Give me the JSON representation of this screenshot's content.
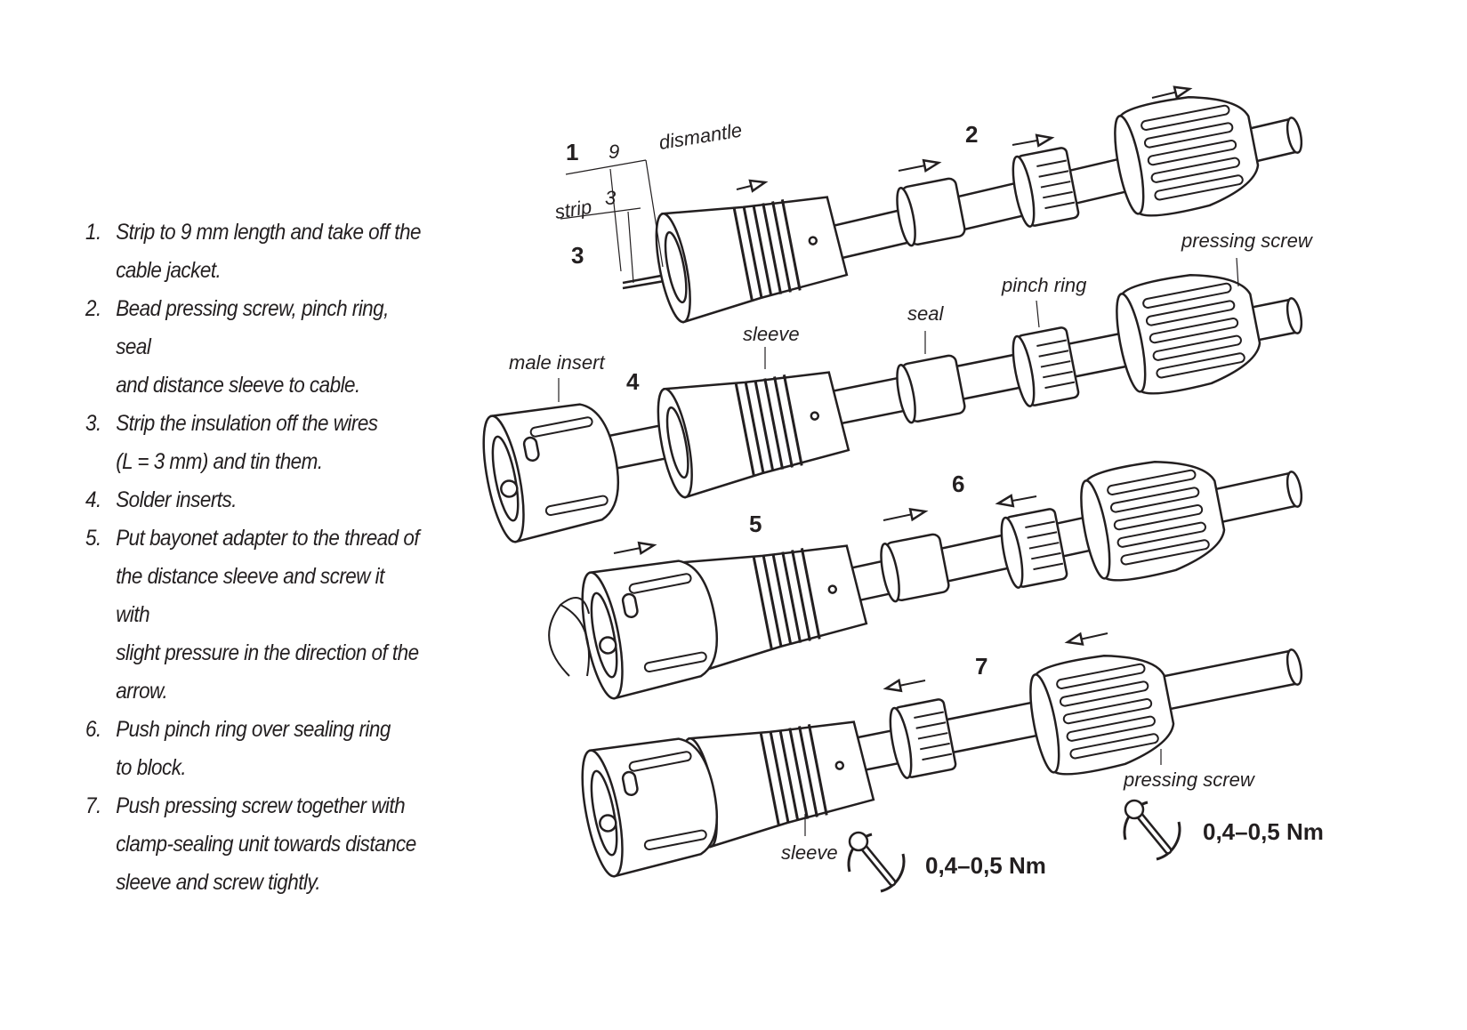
{
  "instructions": [
    {
      "num": "1.",
      "text": "Strip to 9 mm length and take off the\ncable jacket."
    },
    {
      "num": "2.",
      "text": "Bead pressing screw, pinch ring, seal\nand distance sleeve to cable."
    },
    {
      "num": "3.",
      "text": "Strip the insulation off the wires\n(L = 3 mm) and tin them."
    },
    {
      "num": "4.",
      "text": "Solder inserts."
    },
    {
      "num": "5.",
      "text": "Put bayonet adapter to the thread of\nthe distance sleeve and screw it with\nslight pressure in the direction of the\narrow."
    },
    {
      "num": "6.",
      "text": "Push pinch ring over sealing ring\nto block."
    },
    {
      "num": "7.",
      "text": "Push pressing screw together with\nclamp-sealing unit towards distance\nsleeve and screw tightly."
    }
  ],
  "diagram": {
    "step_numbers": [
      "1",
      "2",
      "3",
      "4",
      "5",
      "6",
      "7"
    ],
    "dim_9": "9",
    "dim_3": "3",
    "dismantle": "dismantle",
    "strip": "strip",
    "labels": {
      "male_insert": "male insert",
      "sleeve": "sleeve",
      "seal": "seal",
      "pinch_ring": "pinch ring",
      "pressing_screw": "pressing screw",
      "sleeve_bottom": "sleeve",
      "pressing_screw_bottom": "pressing screw"
    },
    "torque_1": "0,4–0,5 Nm",
    "torque_2": "0,4–0,5 Nm"
  }
}
